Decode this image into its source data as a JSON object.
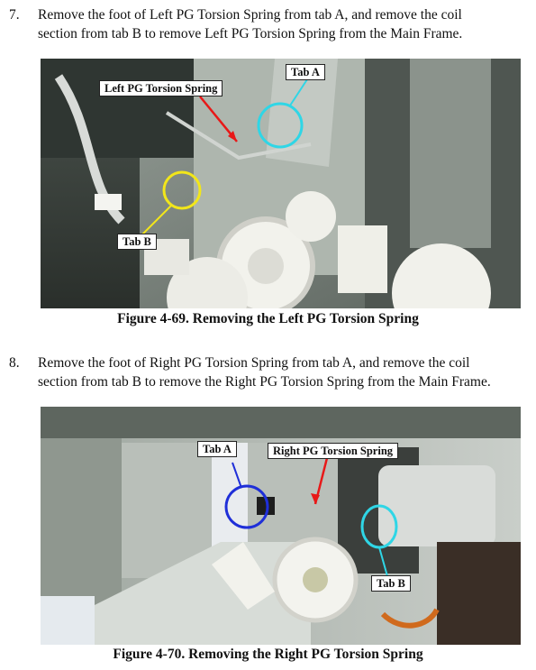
{
  "step7": {
    "number": "7.",
    "line1": "Remove the foot of Left PG Torsion Spring from tab A, and remove the coil",
    "line2": "section from tab B to remove Left PG Torsion Spring from the Main Frame."
  },
  "figure69": {
    "callouts": {
      "spring": "Left PG Torsion Spring",
      "tab_a": "Tab A",
      "tab_b": "Tab B"
    },
    "caption": "Figure 4-69. Removing the Left PG Torsion Spring"
  },
  "step8": {
    "number": "8.",
    "line1": "Remove the foot of Right PG Torsion Spring from tab A, and remove the coil",
    "line2": "section from tab B to remove the Right PG Torsion Spring from the Main Frame."
  },
  "figure70": {
    "callouts": {
      "spring": "Right PG Torsion Spring",
      "tab_a": "Tab A",
      "tab_b": "Tab B"
    },
    "caption": "Figure 4-70. Removing the Right PG Torsion Spring"
  },
  "colors": {
    "cyan_circle": "#2fd6e6",
    "yellow_circle": "#f2e61a",
    "blue_circle": "#1f2fd8",
    "red_arrow": "#e81818"
  }
}
